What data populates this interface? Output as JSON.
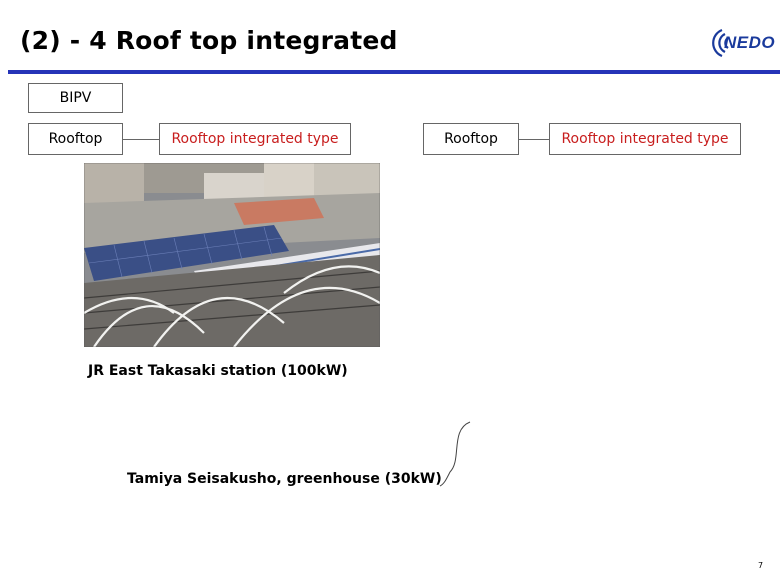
{
  "slide": {
    "title": "(2) - 4  Roof top integrated",
    "page_number": "7"
  },
  "logo": {
    "text": "NEDO",
    "color": "#1a3a9c"
  },
  "category": {
    "label": "BIPV"
  },
  "left_diagram": {
    "source_label": "Rooftop",
    "target_label": "Rooftop integrated type"
  },
  "right_diagram": {
    "source_label": "Rooftop",
    "target_label": "Rooftop integrated type"
  },
  "captions": {
    "photo_caption": "JR East Takasaki station (100kW)",
    "second_caption": "Tamiya Seisakusho, greenhouse (30kW)"
  },
  "colors": {
    "accent_rule": "#2534b8",
    "target_text": "#c81e1e"
  }
}
